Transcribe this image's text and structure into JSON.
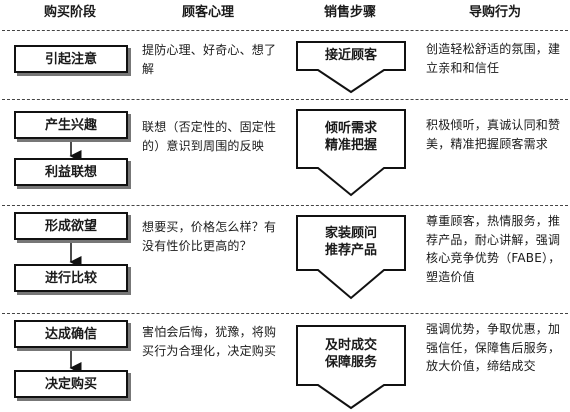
{
  "headers": {
    "stage": "购买阶段",
    "psychology": "顾客心理",
    "steps": "销售步骤",
    "behavior": "导购行为"
  },
  "rows": [
    {
      "stages": [
        "引起注意"
      ],
      "psychology": "提防心理、好奇心、想了解",
      "step": "接近顾客",
      "behavior": "创造轻松舒适的氛围，建立亲和和信任"
    },
    {
      "stages": [
        "产生兴趣",
        "利益联想"
      ],
      "psychology": "联想（否定性的、固定性的）意识到周围的反映",
      "step": "倾听需求 精准把握",
      "behavior": "积极倾听，真诚认同和赞美，精准把握顾客需求"
    },
    {
      "stages": [
        "形成欲望",
        "进行比较"
      ],
      "psychology": "想要买，价格怎么样？有没有性价比更高的？",
      "step": "家装顾问 推荐产品",
      "behavior": "尊重顾客，热情服务，推荐产品，耐心讲解，强调核心竞争优势（FABE），塑造价值"
    },
    {
      "stages": [
        "达成确信",
        "决定购买"
      ],
      "psychology": "害怕会后悔，犹豫，将购买行为合理化，决定购买",
      "step": "及时成交 保障服务",
      "behavior": "强调优势，争取优惠，加强信任，保障售后服务，放大价值，缔结成交"
    }
  ]
}
